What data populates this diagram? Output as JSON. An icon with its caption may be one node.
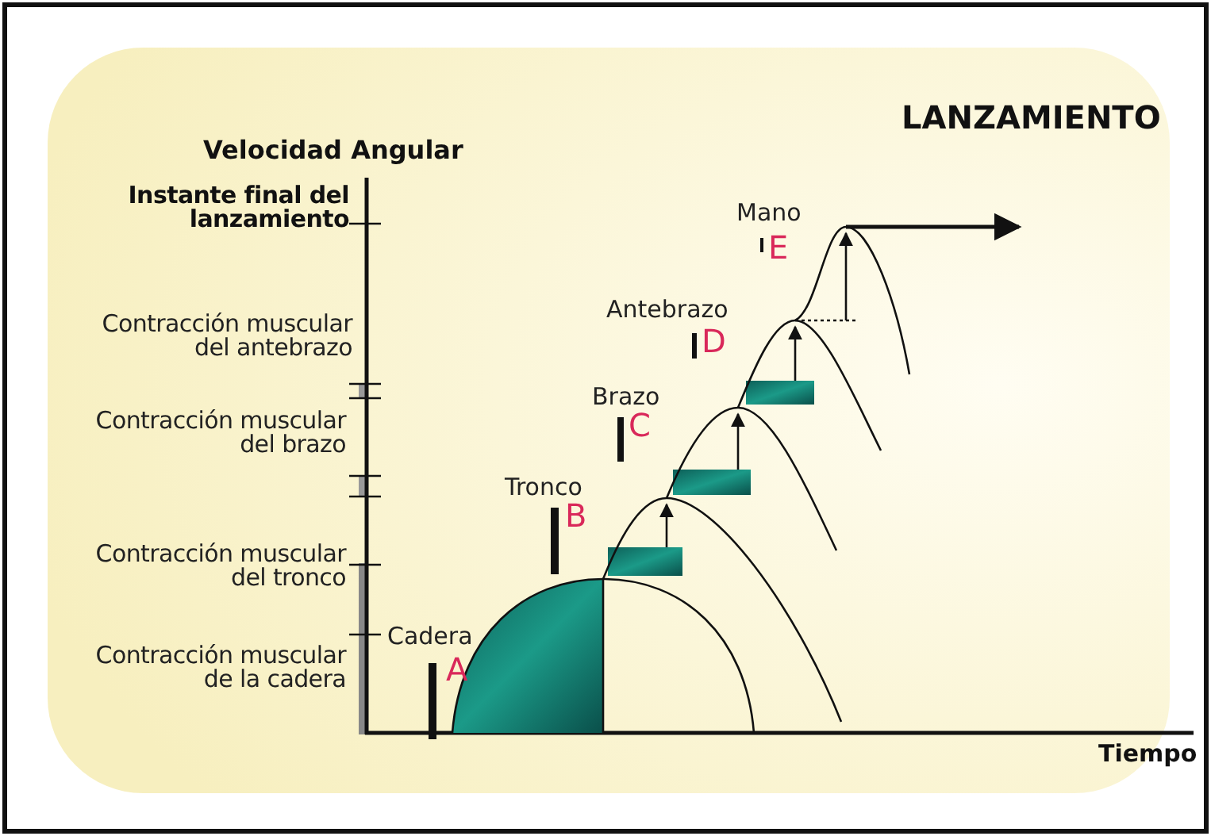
{
  "diagram": {
    "title": "LANZAMIENTO",
    "labels": [
      "Velocidad Angular",
      "Instante final del lanzamiento",
      "Contracción muscular del antebrazo",
      "Contracción muscular del brazo",
      "Contracción muscular del tronco",
      "Contracción muscular de la cadera",
      "Mano",
      "E",
      "Antebrazo",
      "D",
      "Brazo",
      "C",
      "Tronco",
      "B",
      "Cadera",
      "A",
      "Tiempo"
    ]
  }
}
